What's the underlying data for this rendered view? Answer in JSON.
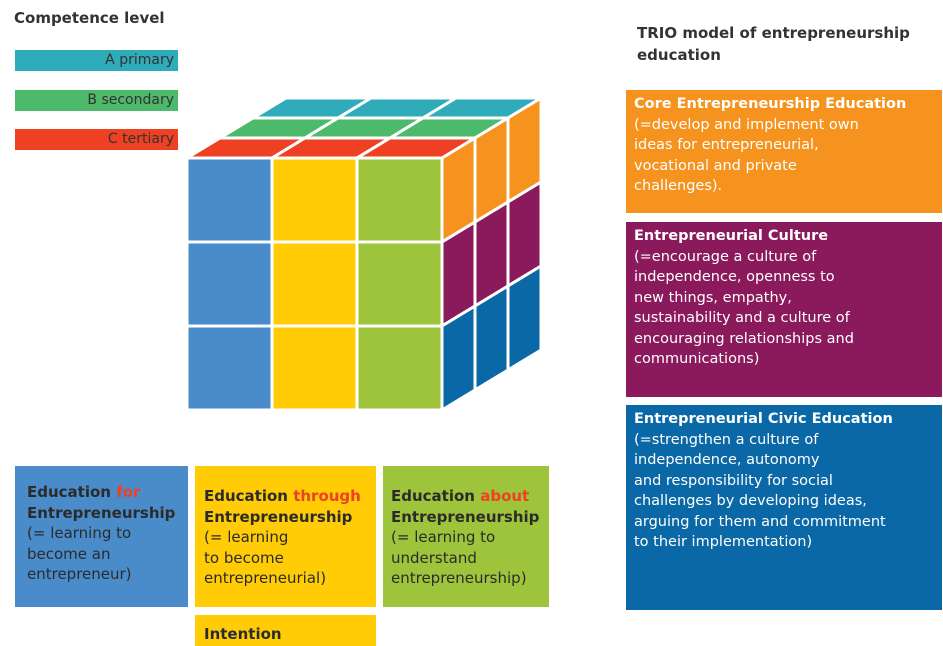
{
  "legend": {
    "title": "Competence level",
    "items": [
      {
        "label": "A primary",
        "color": "#30abb9"
      },
      {
        "label": "B secondary",
        "color": "#4db96b"
      },
      {
        "label": "C tertiary",
        "color": "#ee4123"
      }
    ]
  },
  "trio": {
    "title": "TRIO model of entrepreneurship education",
    "boxes": [
      {
        "heading": "Core Entrepreneurship Education",
        "body": "(=develop and implement own\nideas for entrepreneurial,\nvocational and private\nchallenges).",
        "color": "#f6921e"
      },
      {
        "heading": "Entrepreneurial Culture",
        "body": "(=encourage a culture of\nindependence, openness to\nnew things, empathy,\nsustainability and a culture of\nencouraging relationships and\ncommunications)",
        "color": "#8a1a5b"
      },
      {
        "heading": "Entrepreneurial Civic Education",
        "body": "(=strengthen a culture of\nindependence, autonomy\nand responsibility for social\nchallenges by developing ideas,\narguing for them and commitment\nto their implementation)",
        "color": "#0b68a6"
      }
    ]
  },
  "education": [
    {
      "prefix": "Education ",
      "keyword": "for",
      "line2": "Entrepreneurship",
      "desc": "(= learning to\nbecome an\nentrepreneur)",
      "color": "#4a8cc9",
      "text_color": "#2b2b2b",
      "desc_color": "#2b2b2b"
    },
    {
      "prefix": "Education ",
      "keyword": "through",
      "line2": "Entrepreneurship",
      "desc": "(= learning\nto become\nentrepreneurial)",
      "color": "#ffcc05",
      "text_color": "#2b2b2b",
      "desc_color": "#2b2b2b"
    },
    {
      "prefix": "Education ",
      "keyword": "about",
      "line2": "Entrepreneurship",
      "desc": "(= learning to\nunderstand\nentrepreneurship)",
      "color": "#9dc43a",
      "text_color": "#2b2b2b",
      "desc_color": "#2b2b2b"
    }
  ],
  "keyword_color": "#ee4123",
  "intention": {
    "label": "Intention",
    "color": "#ffcc05"
  },
  "cube_colors": {
    "front": [
      "#4a8cc9",
      "#ffcc05",
      "#9dc43a"
    ],
    "right": [
      "#f6921e",
      "#8a1a5b",
      "#0b68a6"
    ],
    "top": [
      "#ee4123",
      "#4db96b",
      "#30abb9"
    ]
  }
}
